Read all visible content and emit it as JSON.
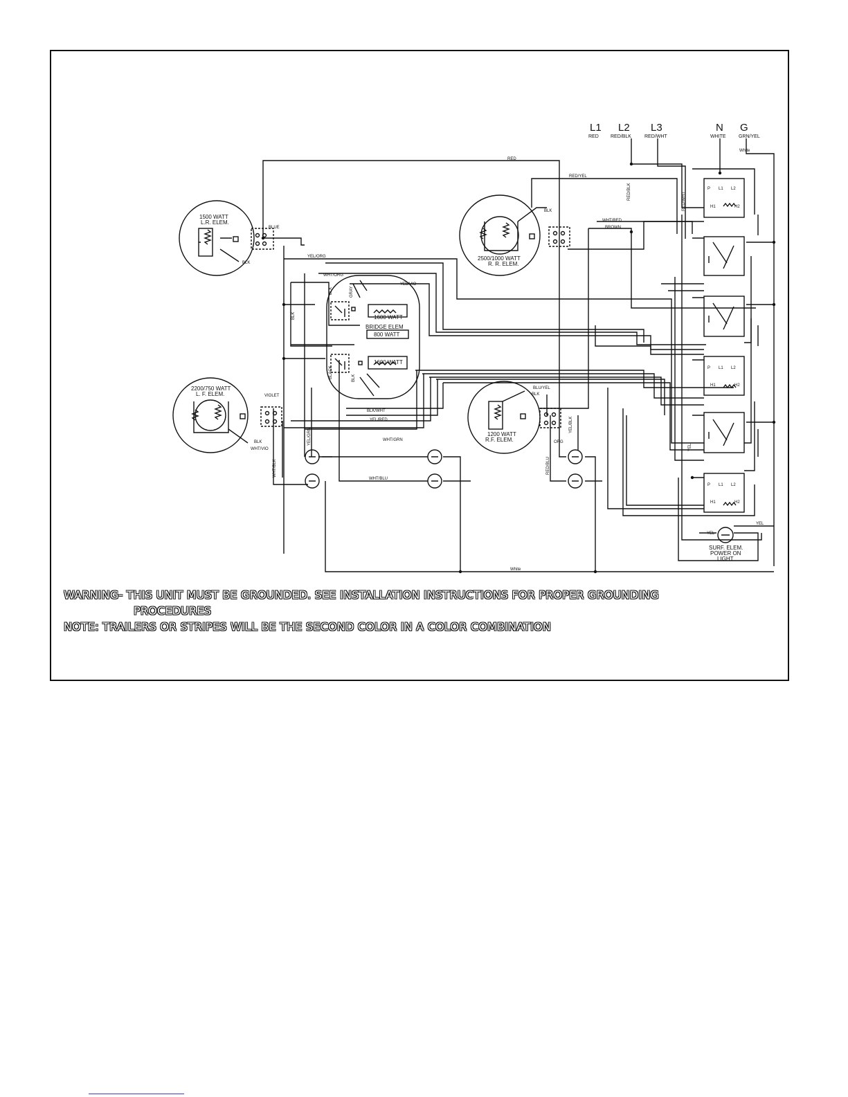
{
  "terminals": [
    {
      "id": "L1",
      "label": "L1",
      "wire": "RED"
    },
    {
      "id": "L2",
      "label": "L2",
      "wire": "RED/BLK"
    },
    {
      "id": "L3",
      "label": "L3",
      "wire": "RED/WHT"
    },
    {
      "id": "N",
      "label": "N",
      "wire": "WHITE"
    },
    {
      "id": "G",
      "label": "G",
      "wire": "GRN/YEL"
    }
  ],
  "elements": {
    "lr": [
      "1500 WATT",
      "L.R. ELEM."
    ],
    "rr": [
      "2500/1000 WATT",
      "R. R. ELEM."
    ],
    "lf": [
      "2200/750 WATT",
      "L. F. ELEM."
    ],
    "rf": [
      "1200 WATT",
      "R.F. ELEM."
    ],
    "bridge_top": "1600 WATT",
    "bridge_label": "BRIDGE ELEM",
    "bridge_mid": "800 WATT",
    "bridge_bottom": "1600 WATT",
    "power_light": [
      "SURF. ELEM.",
      "POWER ON",
      "LIGHT"
    ]
  },
  "wires": {
    "red": "RED",
    "red_yel": "RED/YEL",
    "red_blk": "RED/BLK",
    "red_wht": "RED/WHT",
    "white_top": "White",
    "white_bottom": "White",
    "blue": "BLUE",
    "blk_lr": "BLK",
    "yel_org": "YEL/ORG",
    "blk_rr": "BLK",
    "wht_red": "WHT/RED",
    "brown": "BROWN",
    "wht_org": "WHT/ORG",
    "yel_vio": "YEL/VIO",
    "blk_a": "BLK",
    "gray": "GRAY",
    "blk_left": "BLK",
    "black": "BLACK",
    "blk_b": "BLK",
    "blk_wht": "BLK/WHT",
    "yel_red": "YEL/RED",
    "violet": "VIOLET",
    "blk_lf": "BLK",
    "wht_vio": "WHT/VIO",
    "wht_blk": "WHT/BLK",
    "yel_grn": "YEL/GRN",
    "wht_grn": "WHT/GRN",
    "wht_blu": "WHT/BLU",
    "blu_yel": "BLU/YEL",
    "blk_rf": "BLK",
    "org": "ORG",
    "yel_blk": "YEL/BLK",
    "red_blu": "RED/BLU",
    "yel_a": "YEL",
    "yel_b": "YEL",
    "yel_c": "YEL"
  },
  "switch_pins": {
    "p": "P",
    "l1": "L1",
    "l2": "L2",
    "h1": "H1",
    "h2": "H2"
  },
  "notes": {
    "warning_line1": "WARNING- THIS UNIT MUST BE GROUNDED.  SEE INSTALLATION INSTRUCTIONS FOR PROPER GROUNDING",
    "warning_line2": "PROCEDURES",
    "note": "NOTE:  TRAILERS OR STRIPES WILL BE THE SECOND  COLOR IN A COLOR COMBINATION"
  }
}
